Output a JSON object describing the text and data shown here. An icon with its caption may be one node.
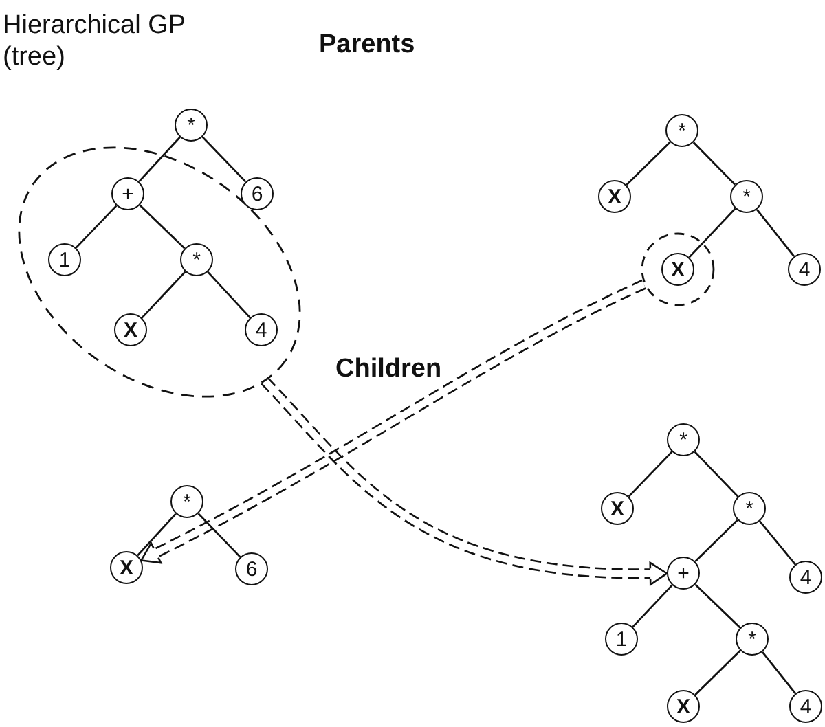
{
  "diagram": {
    "nodes": [
      {
        "text": [
          "*"
        ]
      },
      {
        "text": [],
        "shape": "ellipse"
      },
      {
        "text": [
          "+"
        ],
        "in": 1
      },
      {
        "text": [
          "1"
        ],
        "in": 1
      },
      {
        "text": [
          "*"
        ],
        "in": 1
      },
      {
        "text": [
          "X"
        ],
        "in": 1
      },
      {
        "text": [
          "4"
        ],
        "in": 1
      },
      {
        "text": [
          "6"
        ]
      },
      {
        "text": [
          "*"
        ]
      },
      {
        "text": [
          "X"
        ]
      },
      {
        "text": [
          "*"
        ]
      },
      {
        "text": [],
        "shape": "circle"
      },
      {
        "text": [
          "X"
        ],
        "in": 11
      },
      {
        "text": [
          "4"
        ]
      },
      {
        "text": [
          "*"
        ]
      },
      {
        "text": [
          "X"
        ]
      },
      {
        "text": [
          "6"
        ]
      },
      {
        "text": [
          "*"
        ]
      },
      {
        "text": [
          "X"
        ]
      },
      {
        "text": [
          "*"
        ]
      },
      {
        "text": [
          "+"
        ]
      },
      {
        "text": [
          "4"
        ]
      },
      {
        "text": [
          "1"
        ]
      },
      {
        "text": [
          "*"
        ]
      },
      {
        "text": [
          "X"
        ]
      },
      {
        "text": [
          "4"
        ]
      }
    ],
    "edges": [
      {
        "from": 0,
        "to": 2,
        "arrow": "none"
      },
      {
        "from": 0,
        "to": 7,
        "arrow": "none"
      },
      {
        "from": 2,
        "to": 3,
        "arrow": "none"
      },
      {
        "from": 2,
        "to": 4,
        "arrow": "none"
      },
      {
        "from": 4,
        "to": 5,
        "arrow": "none"
      },
      {
        "from": 4,
        "to": 6,
        "arrow": "none"
      },
      {
        "from": 8,
        "to": 9,
        "arrow": "none"
      },
      {
        "from": 8,
        "to": 10,
        "arrow": "none"
      },
      {
        "from": 10,
        "to": 12,
        "arrow": "none"
      },
      {
        "from": 10,
        "to": 13,
        "arrow": "none"
      },
      {
        "from": 14,
        "to": 15,
        "arrow": "none"
      },
      {
        "from": 14,
        "to": 16,
        "arrow": "none"
      },
      {
        "from": 17,
        "to": 18,
        "arrow": "none"
      },
      {
        "from": 17,
        "to": 19,
        "arrow": "none"
      },
      {
        "from": 19,
        "to": 20,
        "arrow": "none"
      },
      {
        "from": 19,
        "to": 21,
        "arrow": "none"
      },
      {
        "from": 20,
        "to": 22,
        "arrow": "none"
      },
      {
        "from": 20,
        "to": 23,
        "arrow": "none"
      },
      {
        "from": 23,
        "to": 24,
        "arrow": "none"
      },
      {
        "from": 23,
        "to": 25,
        "arrow": "none"
      },
      {
        "from": 1,
        "to": 20,
        "arrow": "to",
        "style": "dashed"
      },
      {
        "from": 11,
        "to": 15,
        "arrow": "to",
        "style": "dashed"
      }
    ],
    "labels": [
      "Hierarchical GP (tree)",
      "Parents",
      "Children"
    ]
  }
}
